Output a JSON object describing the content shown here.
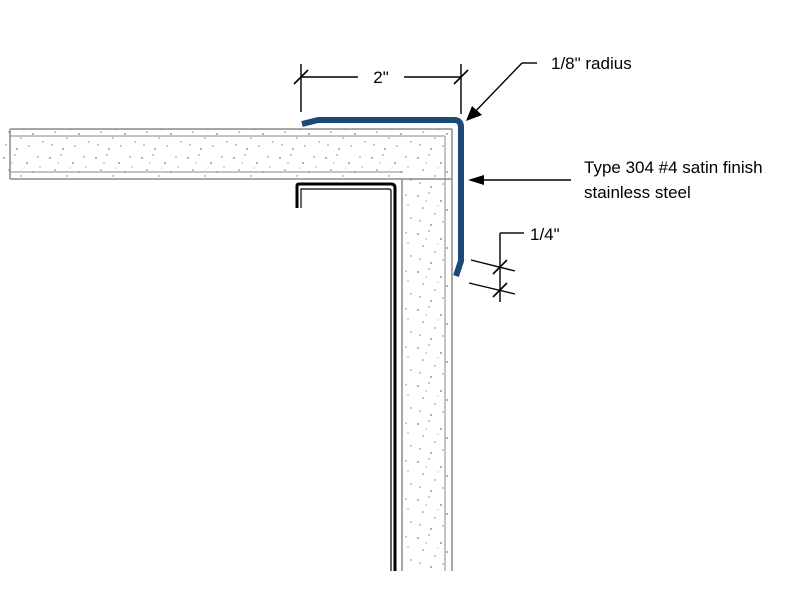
{
  "labels": {
    "dimension_width": "2\"",
    "radius": "1/8\" radius",
    "material_line1": "Type 304 #4 satin finish",
    "material_line2": "stainless steel",
    "gap": "1/4\""
  },
  "colors": {
    "stainless_trim": "#1b4a78",
    "linework": "#000000",
    "substrate_edge": "#8a8a8a",
    "speckle": "#7a7a7a",
    "background": "#ffffff"
  }
}
